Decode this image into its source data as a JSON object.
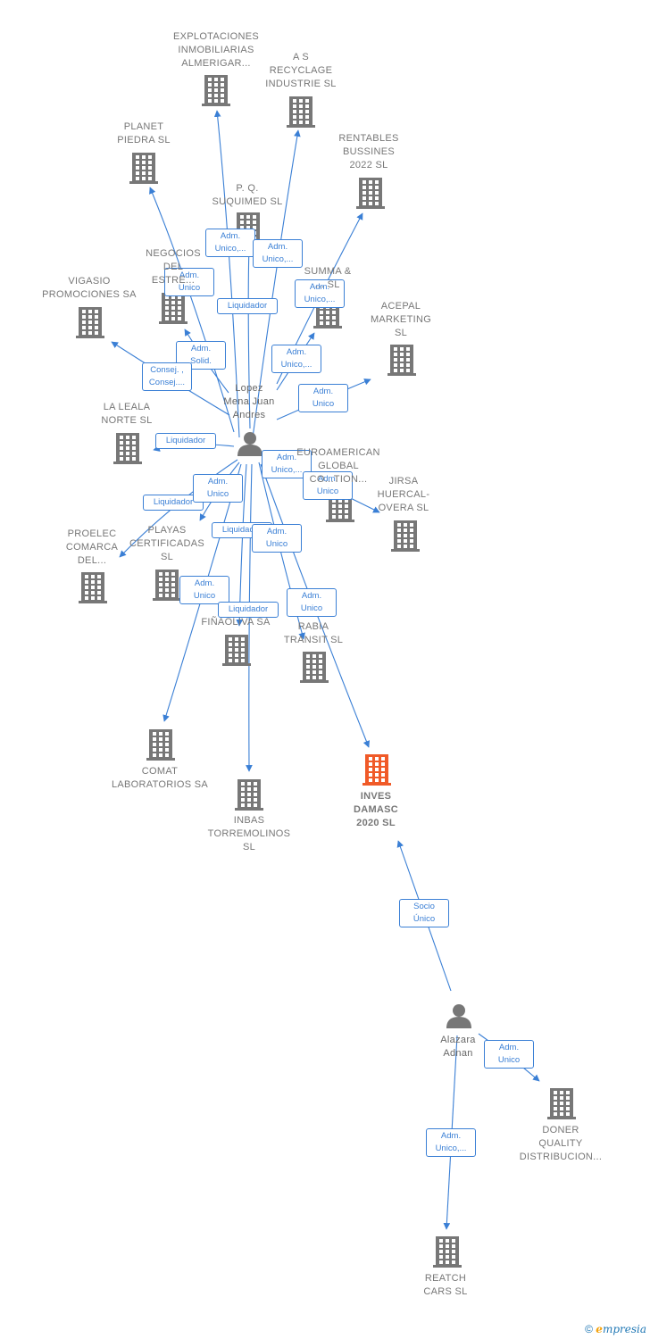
{
  "colors": {
    "edge": "#3a7fd5",
    "company": "#777777",
    "focus_company": "#f05a28",
    "person": "#777777"
  },
  "nodes": [
    {
      "id": "explotaciones",
      "type": "company",
      "label": "EXPLOTACIONES\nINMOBILIARIAS\nALMERIGAR..."
    },
    {
      "id": "as_recycl",
      "type": "company",
      "label": "A S\nRECYCLAGE\nINDUSTRIE  SL"
    },
    {
      "id": "planet",
      "type": "company",
      "label": "PLANET\nPIEDRA SL"
    },
    {
      "id": "rentables",
      "type": "company",
      "label": "RENTABLES\nBUSSINES\n2022  SL"
    },
    {
      "id": "pq",
      "type": "company",
      "label": "P. Q.\nSUQUIMED SL"
    },
    {
      "id": "negocios",
      "type": "company",
      "label": "NEGOCIOS\nDEL\nESTRE..."
    },
    {
      "id": "summa",
      "type": "company",
      "label": "SUMMA &\n... SL"
    },
    {
      "id": "vigasio",
      "type": "company",
      "label": "VIGASIO\nPROMOCIONES SA"
    },
    {
      "id": "acepal",
      "type": "company",
      "label": "ACEPAL\nMARKETING\nSL"
    },
    {
      "id": "lealanorte",
      "type": "company",
      "label": "LA LEALA\nNORTE SL"
    },
    {
      "id": "euroamerican",
      "type": "company",
      "label": "EUROAMERICAN\nGLOBAL\nCO...TION..."
    },
    {
      "id": "jirsa",
      "type": "company",
      "label": "JIRSA\nHUERCAL-\nOVERA SL"
    },
    {
      "id": "proelec",
      "type": "company",
      "label": "PROELEC\nCOMARCA\nDEL..."
    },
    {
      "id": "playas",
      "type": "company",
      "label": "PLAYAS\nCERTIFICADAS\nSL"
    },
    {
      "id": "finaoliva",
      "type": "company",
      "label": "FIÑAOLIVA SA"
    },
    {
      "id": "rabia",
      "type": "company",
      "label": "RABIA\nTRANSIT  SL"
    },
    {
      "id": "comat",
      "type": "company",
      "label": "COMAT\nLABORATORIOS SA"
    },
    {
      "id": "inbas",
      "type": "company",
      "label": "INBAS\nTORREMOLINOS\nSL"
    },
    {
      "id": "inves",
      "type": "focus",
      "label": "INVES\nDAMASC\n2020  SL"
    },
    {
      "id": "doner",
      "type": "company",
      "label": "DONER\nQUALITY\nDISTRIBUCION..."
    },
    {
      "id": "reatch",
      "type": "company",
      "label": "REATCH\nCARS  SL"
    },
    {
      "id": "lopez",
      "type": "person",
      "label": "Lopez\nMena Juan\nAndres"
    },
    {
      "id": "alazara",
      "type": "person",
      "label": "Alazara\nAdnan"
    }
  ],
  "edges": [
    {
      "from": "lopez",
      "to": "explotaciones",
      "label": "Adm.\nUnico,..."
    },
    {
      "from": "lopez",
      "to": "as_recycl",
      "label": "Adm.\nUnico,..."
    },
    {
      "from": "lopez",
      "to": "planet",
      "label": "Adm.\nUnico"
    },
    {
      "from": "lopez",
      "to": "rentables",
      "label": "Adm.\nUnico,..."
    },
    {
      "from": "lopez",
      "to": "pq",
      "label": "Liquidador"
    },
    {
      "from": "lopez",
      "to": "negocios",
      "label": "Adm.\nSolid."
    },
    {
      "from": "lopez",
      "to": "summa",
      "label": "Adm.\nUnico,..."
    },
    {
      "from": "lopez",
      "to": "vigasio",
      "label": "Consej. ,\nConsej...."
    },
    {
      "from": "lopez",
      "to": "acepal",
      "label": "Adm.\nUnico"
    },
    {
      "from": "lopez",
      "to": "lealanorte",
      "label": "Liquidador"
    },
    {
      "from": "lopez",
      "to": "euroamerican",
      "label": "Adm.\nUnico,..."
    },
    {
      "from": "lopez",
      "to": "jirsa",
      "label": "Adm.\nUnico"
    },
    {
      "from": "lopez",
      "to": "proelec",
      "label": "Liquidador"
    },
    {
      "from": "lopez",
      "to": "playas",
      "label": "Adm.\nUnico"
    },
    {
      "from": "lopez",
      "to": "finaoliva",
      "label": "Liquidador"
    },
    {
      "from": "lopez",
      "to": "rabia",
      "label": "Adm.\nUnico"
    },
    {
      "from": "lopez",
      "to": "comat",
      "label": "Adm.\nUnico"
    },
    {
      "from": "lopez",
      "to": "inbas",
      "label": "Liquidador"
    },
    {
      "from": "lopez",
      "to": "inves",
      "label": "Adm.\nUnico"
    },
    {
      "from": "alazara",
      "to": "inves",
      "label": "Socio\nÚnico"
    },
    {
      "from": "alazara",
      "to": "doner",
      "label": "Adm.\nUnico"
    },
    {
      "from": "alazara",
      "to": "reatch",
      "label": "Adm.\nUnico,..."
    }
  ],
  "watermark": {
    "copyright": "©",
    "brand_first": "e",
    "brand_rest": "mpresia"
  }
}
